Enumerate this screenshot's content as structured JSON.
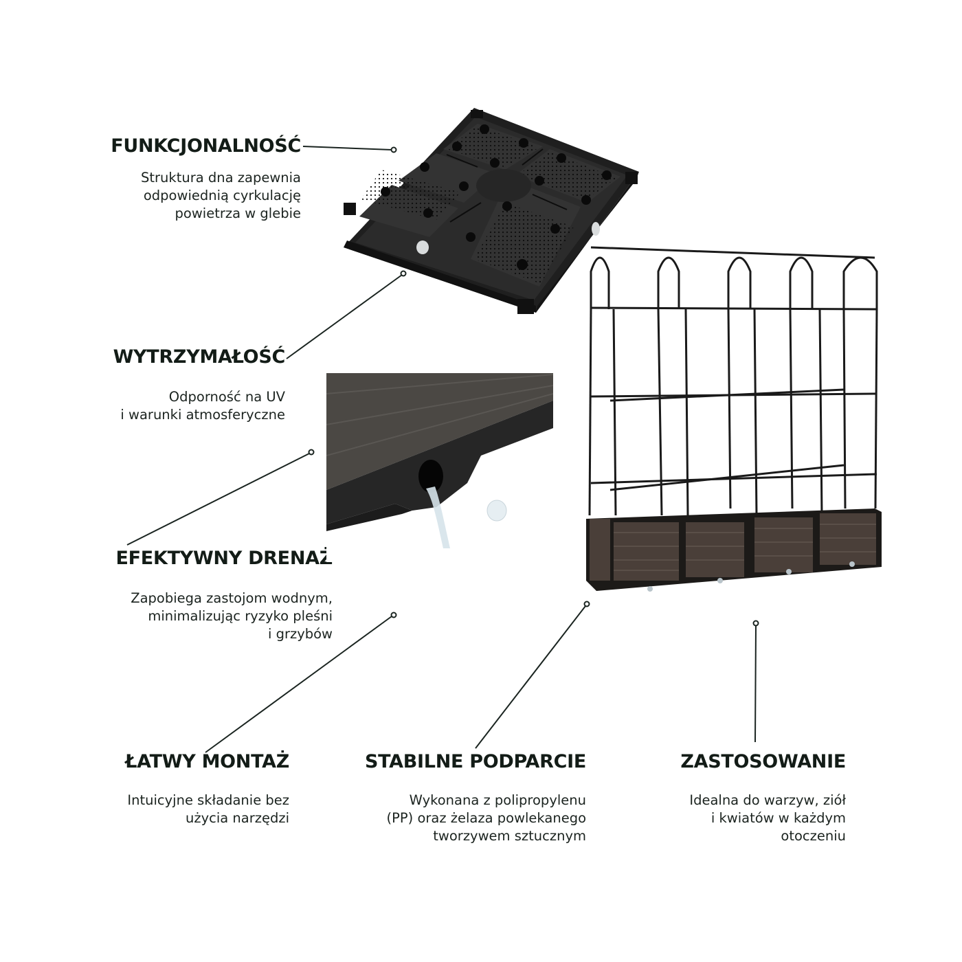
{
  "features": [
    {
      "id": "funkcjonalnosc",
      "title": "FUNKCJONALNOŚĆ",
      "description": "Struktura dna zapewnia\nodpowiednią cyrkulację\npowietrza w glebie"
    },
    {
      "id": "wytrzymalosc",
      "title": "WYTRZYMAŁOŚĆ",
      "description": "Odporność na UV\ni warunki atmosferyczne"
    },
    {
      "id": "efektywny-drenaz",
      "title": "EFEKTYWNY DRENAŻ",
      "description": "Zapobiega zastojom wodnym,\nminimalizując ryzyko pleśni\ni grzybów"
    },
    {
      "id": "latwy-montaz",
      "title": "ŁATWY MONTAŻ",
      "description": "Intuicyjne składanie bez\nużycia narzędzi"
    },
    {
      "id": "stabilne-podparcie",
      "title": "STABILNE PODPARCIE",
      "description": "Wykonana z polipropylenu\n(PP) oraz żelaza powlekanego\ntworzywem sztucznym"
    },
    {
      "id": "zastosowanie",
      "title": "ZASTOSOWANIE",
      "description": "Idealna do warzyw, ziół\ni kwiatów w każdym\notoczeniu"
    }
  ],
  "images": {
    "tray": "perforated-bottom-tray",
    "drain": "drainage-outlet-closeup",
    "planter": "raised-planter-with-trellis"
  },
  "colors": {
    "text": "#131c17",
    "line": "#1a2420",
    "product_dark": "#1c1c1c",
    "planter_brown": "#4a3f39"
  }
}
